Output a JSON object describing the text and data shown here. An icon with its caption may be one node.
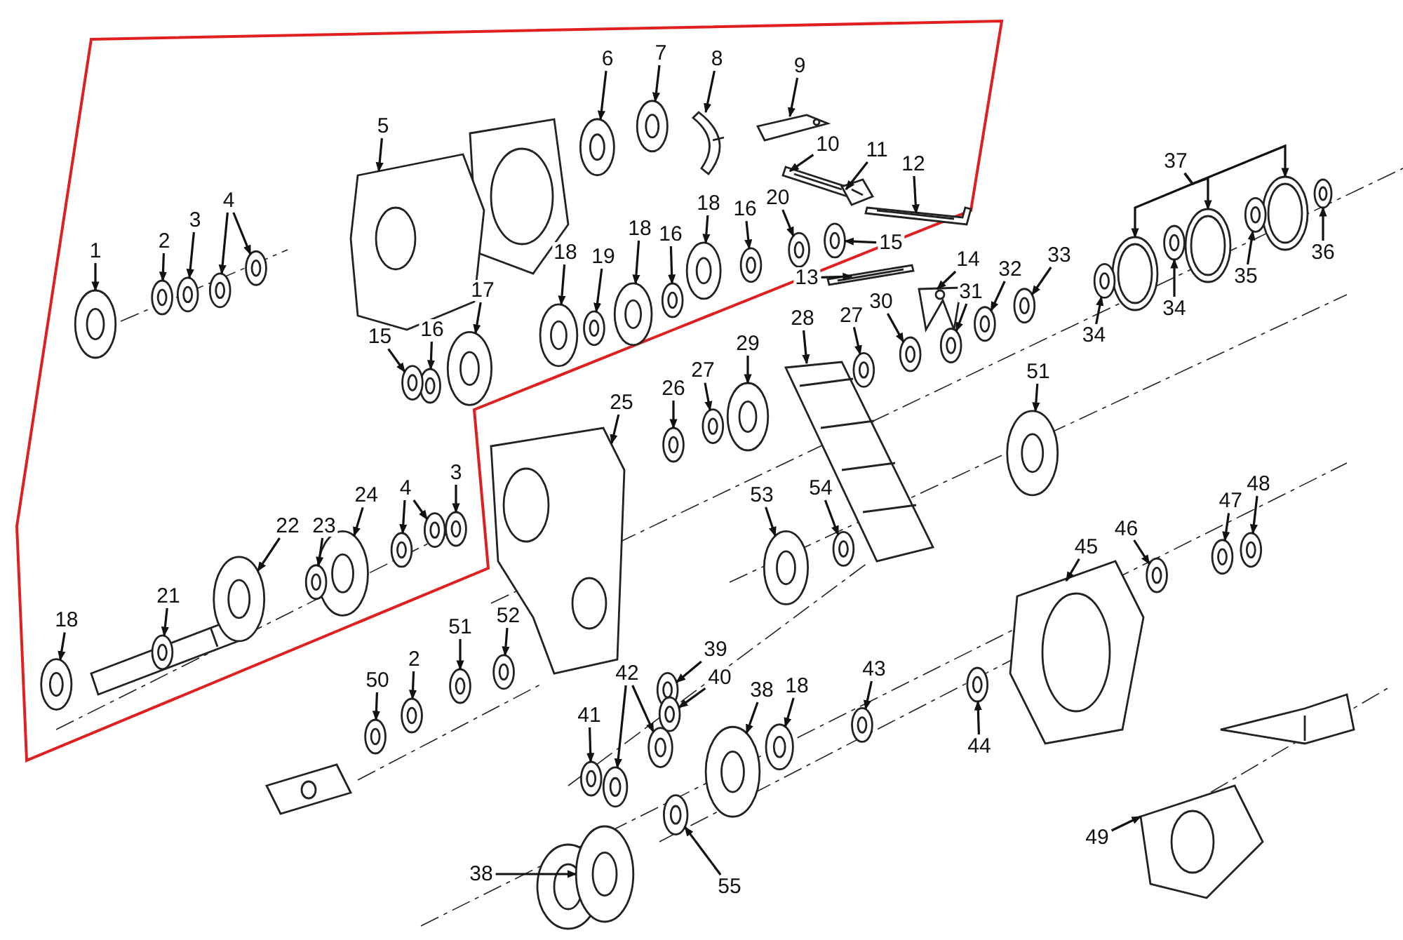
{
  "diagram": {
    "nodes": [
      {
        "text": [
          "1"
        ]
      },
      {
        "text": [
          "2"
        ]
      },
      {
        "text": [
          "3"
        ]
      },
      {
        "text": [
          "4"
        ]
      },
      {
        "text": [
          "5"
        ]
      },
      {
        "text": [
          "6"
        ]
      },
      {
        "text": [
          "7"
        ]
      },
      {
        "text": [
          "8"
        ]
      },
      {
        "text": [
          "9"
        ]
      },
      {
        "text": [
          "10"
        ]
      },
      {
        "text": [
          "11"
        ]
      },
      {
        "text": [
          "12"
        ]
      },
      {
        "text": [
          "37"
        ]
      },
      {
        "text": [
          "36"
        ]
      },
      {
        "text": [
          "18"
        ]
      },
      {
        "text": [
          "19"
        ]
      },
      {
        "text": [
          "18"
        ]
      },
      {
        "text": [
          "16"
        ]
      },
      {
        "text": [
          "18"
        ]
      },
      {
        "text": [
          "16"
        ]
      },
      {
        "text": [
          "20"
        ]
      },
      {
        "text": [
          "15"
        ]
      },
      {
        "text": [
          "14"
        ]
      },
      {
        "text": [
          "13"
        ]
      },
      {
        "text": [
          "33"
        ]
      },
      {
        "text": [
          "32"
        ]
      },
      {
        "text": [
          "31"
        ]
      },
      {
        "text": [
          "30"
        ]
      },
      {
        "text": [
          "35"
        ]
      },
      {
        "text": [
          "34"
        ]
      },
      {
        "text": [
          "34"
        ]
      },
      {
        "text": [
          "17"
        ]
      },
      {
        "text": [
          "16"
        ]
      },
      {
        "text": [
          "15"
        ]
      },
      {
        "text": [
          "28"
        ]
      },
      {
        "text": [
          "27"
        ]
      },
      {
        "text": [
          "29"
        ]
      },
      {
        "text": [
          "27"
        ]
      },
      {
        "text": [
          "26"
        ]
      },
      {
        "text": [
          "25"
        ]
      },
      {
        "text": [
          "51"
        ]
      },
      {
        "text": [
          "3"
        ]
      },
      {
        "text": [
          "4"
        ]
      },
      {
        "text": [
          "24"
        ]
      },
      {
        "text": [
          "53"
        ]
      },
      {
        "text": [
          "54"
        ]
      },
      {
        "text": [
          "48"
        ]
      },
      {
        "text": [
          "47"
        ]
      },
      {
        "text": [
          "22"
        ]
      },
      {
        "text": [
          "23"
        ]
      },
      {
        "text": [
          "46"
        ]
      },
      {
        "text": [
          "45"
        ]
      },
      {
        "text": [
          "21"
        ]
      },
      {
        "text": [
          "18"
        ]
      },
      {
        "text": [
          "52"
        ]
      },
      {
        "text": [
          "51"
        ]
      },
      {
        "text": [
          "39"
        ]
      },
      {
        "text": [
          "2"
        ]
      },
      {
        "text": [
          "43"
        ]
      },
      {
        "text": [
          "42"
        ]
      },
      {
        "text": [
          "40"
        ]
      },
      {
        "text": [
          "50"
        ]
      },
      {
        "text": [
          "38"
        ]
      },
      {
        "text": [
          "18"
        ]
      },
      {
        "text": [
          "41"
        ]
      },
      {
        "text": [
          "44"
        ]
      },
      {
        "text": [
          "49"
        ]
      },
      {
        "text": [
          "38"
        ]
      },
      {
        "text": [
          "55"
        ]
      },
      {
        "text": [],
        "shape": "picture"
      },
      {
        "text": [],
        "shape": "picture"
      },
      {
        "text": [],
        "shape": "picture"
      },
      {
        "text": [],
        "shape": "picture"
      },
      {
        "text": [],
        "shape": "picture"
      },
      {
        "text": [],
        "shape": "picture"
      },
      {
        "text": [],
        "shape": "picture"
      },
      {
        "text": [],
        "shape": "picture"
      },
      {
        "text": [],
        "shape": "picture"
      },
      {
        "text": [],
        "shape": "picture"
      },
      {
        "text": [],
        "shape": "picture"
      },
      {
        "text": [],
        "shape": "picture"
      },
      {
        "text": [],
        "shape": "picture"
      },
      {
        "text": [],
        "shape": "picture"
      },
      {
        "text": [],
        "shape": "picture"
      },
      {
        "text": [],
        "shape": "picture"
      },
      {
        "text": [],
        "shape": "picture"
      },
      {
        "text": [],
        "shape": "picture"
      },
      {
        "text": [],
        "shape": "picture"
      },
      {
        "text": [],
        "shape": "picture"
      },
      {
        "text": [],
        "shape": "picture"
      },
      {
        "text": [],
        "shape": "picture"
      },
      {
        "text": [],
        "shape": "picture"
      },
      {
        "text": [],
        "shape": "picture"
      },
      {
        "text": [],
        "shape": "picture"
      },
      {
        "text": [],
        "shape": "picture"
      },
      {
        "text": [],
        "shape": "picture"
      },
      {
        "text": [],
        "shape": "picture"
      },
      {
        "text": [],
        "shape": "picture"
      },
      {
        "text": [],
        "shape": "picture"
      },
      {
        "text": [],
        "shape": "picture"
      },
      {
        "text": [],
        "shape": "picture"
      },
      {
        "text": [],
        "shape": "picture"
      },
      {
        "text": [],
        "shape": "picture"
      },
      {
        "text": [],
        "shape": "picture"
      },
      {
        "text": [],
        "shape": "picture"
      },
      {
        "text": [],
        "shape": "picture"
      },
      {
        "text": [],
        "shape": "picture"
      },
      {
        "text": [],
        "shape": "picture"
      },
      {
        "text": [],
        "shape": "picture"
      },
      {
        "text": [],
        "shape": "picture"
      },
      {
        "text": [],
        "shape": "picture"
      },
      {
        "text": [],
        "shape": "picture"
      },
      {
        "text": [],
        "shape": "picture"
      },
      {
        "text": [],
        "shape": "picture"
      },
      {
        "text": [],
        "shape": "picture"
      },
      {
        "text": [],
        "shape": "picture"
      },
      {
        "text": [],
        "shape": "picture"
      },
      {
        "text": [],
        "shape": "picture"
      },
      {
        "text": [],
        "shape": "picture"
      },
      {
        "text": [],
        "shape": "picture"
      },
      {
        "text": [],
        "shape": "picture"
      },
      {
        "text": [],
        "shape": "picture"
      },
      {
        "text": [],
        "shape": "picture"
      },
      {
        "text": [],
        "shape": "picture"
      },
      {
        "text": [],
        "shape": "picture"
      },
      {
        "text": [],
        "shape": "picture"
      },
      {
        "text": [],
        "shape": "picture"
      },
      {
        "text": [],
        "shape": "picture"
      },
      {
        "text": [],
        "shape": "picture"
      },
      {
        "text": [],
        "shape": "picture"
      },
      {
        "text": [],
        "shape": "picture"
      },
      {
        "text": [],
        "shape": "picture"
      },
      {
        "text": [],
        "shape": "picture"
      },
      {
        "text": [],
        "shape": "picture"
      },
      {
        "text": [],
        "shape": "picture"
      },
      {
        "text": [],
        "shape": "picture"
      },
      {
        "text": [],
        "shape": "picture"
      },
      {
        "text": [],
        "shape": "picture"
      },
      {
        "text": [],
        "shape": "picture"
      },
      {
        "text": [],
        "shape": "picture"
      },
      {
        "text": [],
        "shape": "picture"
      },
      {
        "text": [],
        "shape": "picture"
      },
      {
        "text": [],
        "shape": "picture"
      }
    ],
    "edges": [
      {
        "from": 0,
        "to": 69,
        "arrow": "to"
      },
      {
        "from": 1,
        "to": 70,
        "arrow": "to"
      },
      {
        "from": 2,
        "to": 71,
        "arrow": "to"
      },
      {
        "from": 3,
        "to": 72,
        "arrow": "to"
      },
      {
        "from": 3,
        "to": 73,
        "arrow": "to"
      },
      {
        "from": 4,
        "to": 74,
        "arrow": "to"
      },
      {
        "from": 5,
        "to": 75,
        "arrow": "to"
      },
      {
        "from": 6,
        "to": 76,
        "arrow": "to"
      },
      {
        "from": 7,
        "to": 77,
        "arrow": "to"
      },
      {
        "from": 8,
        "to": 78,
        "arrow": "to"
      },
      {
        "from": 9,
        "to": 79,
        "arrow": "to"
      },
      {
        "from": 10,
        "to": 80,
        "arrow": "to"
      },
      {
        "from": 11,
        "to": 81,
        "arrow": "to"
      },
      {
        "from": 12,
        "to": 82,
        "arrow": "to"
      },
      {
        "from": 12,
        "to": 83,
        "arrow": "to"
      },
      {
        "from": 12,
        "to": 84,
        "arrow": "to"
      },
      {
        "from": 13,
        "to": 85,
        "arrow": "to"
      },
      {
        "from": 14,
        "to": 86,
        "arrow": "to"
      },
      {
        "from": 15,
        "to": 87,
        "arrow": "to"
      },
      {
        "from": 16,
        "to": 88,
        "arrow": "to"
      },
      {
        "from": 17,
        "to": 89,
        "arrow": "to"
      },
      {
        "from": 18,
        "to": 90,
        "arrow": "to"
      },
      {
        "from": 19,
        "to": 91,
        "arrow": "to"
      },
      {
        "from": 20,
        "to": 92,
        "arrow": "to"
      },
      {
        "from": 21,
        "to": 93,
        "arrow": "to"
      },
      {
        "from": 22,
        "to": 94,
        "arrow": "to"
      },
      {
        "from": 23,
        "to": 95,
        "arrow": "to"
      },
      {
        "from": 24,
        "to": 96,
        "arrow": "to"
      },
      {
        "from": 25,
        "to": 97,
        "arrow": "to"
      },
      {
        "from": 26,
        "to": 98,
        "arrow": "to"
      },
      {
        "from": 27,
        "to": 99,
        "arrow": "to"
      },
      {
        "from": 28,
        "to": 100,
        "arrow": "to"
      },
      {
        "from": 29,
        "to": 101,
        "arrow": "to"
      },
      {
        "from": 30,
        "to": 102,
        "arrow": "to"
      },
      {
        "from": 31,
        "to": 103,
        "arrow": "to"
      },
      {
        "from": 32,
        "to": 104,
        "arrow": "to"
      },
      {
        "from": 33,
        "to": 105,
        "arrow": "to"
      },
      {
        "from": 34,
        "to": 106,
        "arrow": "to"
      },
      {
        "from": 35,
        "to": 107,
        "arrow": "to"
      },
      {
        "from": 36,
        "to": 108,
        "arrow": "to"
      },
      {
        "from": 37,
        "to": 109,
        "arrow": "to"
      },
      {
        "from": 38,
        "to": 110,
        "arrow": "to"
      },
      {
        "from": 39,
        "to": 111,
        "arrow": "to"
      },
      {
        "from": 40,
        "to": 112,
        "arrow": "to"
      },
      {
        "from": 41,
        "to": 113,
        "arrow": "to"
      },
      {
        "from": 42,
        "to": 114,
        "arrow": "to"
      },
      {
        "from": 42,
        "to": 115,
        "arrow": "to"
      },
      {
        "from": 43,
        "to": 116,
        "arrow": "to"
      },
      {
        "from": 44,
        "to": 117,
        "arrow": "to"
      },
      {
        "from": 45,
        "to": 118,
        "arrow": "to"
      },
      {
        "from": 46,
        "to": 119,
        "arrow": "to"
      },
      {
        "from": 47,
        "to": 120,
        "arrow": "to"
      },
      {
        "from": 48,
        "to": 121,
        "arrow": "to"
      },
      {
        "from": 49,
        "to": 122,
        "arrow": "to"
      },
      {
        "from": 50,
        "to": 123,
        "arrow": "to"
      },
      {
        "from": 51,
        "to": 124,
        "arrow": "to"
      },
      {
        "from": 52,
        "to": 125,
        "arrow": "to"
      },
      {
        "from": 53,
        "to": 126,
        "arrow": "to"
      },
      {
        "from": 54,
        "to": 127,
        "arrow": "to"
      },
      {
        "from": 55,
        "to": 128,
        "arrow": "to"
      },
      {
        "from": 56,
        "to": 129,
        "arrow": "to"
      },
      {
        "from": 57,
        "to": 130,
        "arrow": "to"
      },
      {
        "from": 58,
        "to": 131,
        "arrow": "to"
      },
      {
        "from": 59,
        "to": 132,
        "arrow": "to"
      },
      {
        "from": 59,
        "to": 133,
        "arrow": "to"
      },
      {
        "from": 60,
        "to": 134,
        "arrow": "to"
      },
      {
        "from": 61,
        "to": 135,
        "arrow": "to"
      },
      {
        "from": 62,
        "to": 136,
        "arrow": "to"
      },
      {
        "from": 63,
        "to": 137,
        "arrow": "to"
      },
      {
        "from": 64,
        "to": 138,
        "arrow": "to"
      },
      {
        "from": 65,
        "to": 139,
        "arrow": "to"
      },
      {
        "from": 66,
        "to": 140,
        "arrow": "to"
      },
      {
        "from": 67,
        "to": 141,
        "arrow": "to"
      },
      {
        "from": 68,
        "to": 142,
        "arrow": "to"
      }
    ]
  }
}
